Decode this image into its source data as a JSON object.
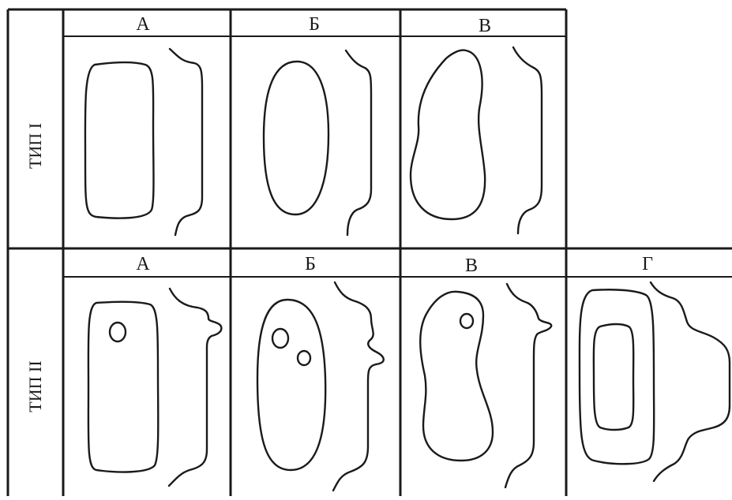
{
  "row_labels": {
    "type1": "ТИП I",
    "type2": "ТИП II"
  },
  "columns": {
    "type1": [
      "А",
      "Б",
      "В"
    ],
    "type2": [
      "А",
      "Б",
      "В",
      "Г"
    ]
  },
  "colors": {
    "line": "#1a1a1a",
    "background": "#ffffff"
  }
}
